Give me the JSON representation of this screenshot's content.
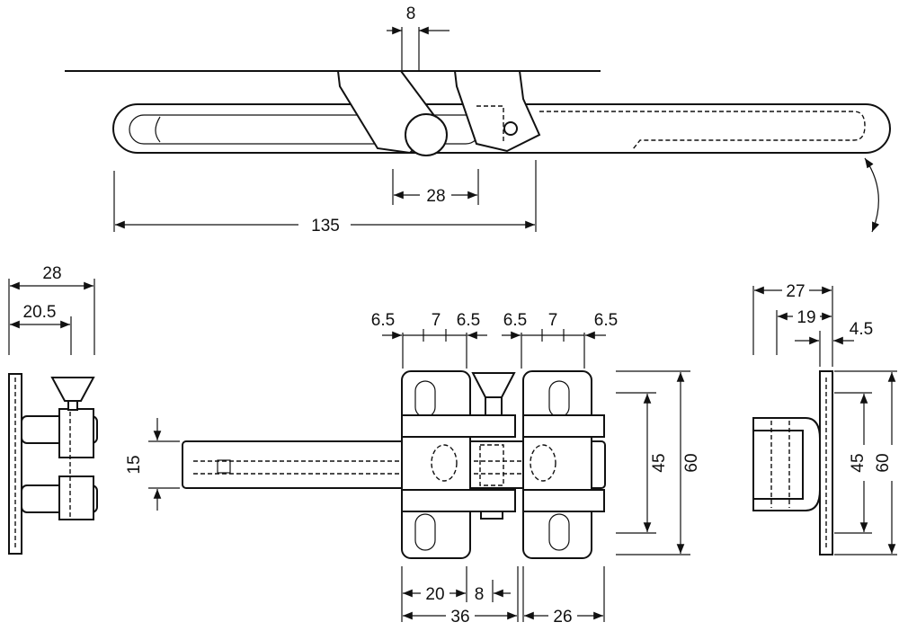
{
  "top_view": {
    "dim_8": "8",
    "dim_28": "28",
    "dim_135": "135"
  },
  "left_view": {
    "dim_28": "28",
    "dim_20_5": "20.5"
  },
  "front_view": {
    "dim_15": "15",
    "top_left": [
      "6.5",
      "7",
      "6.5"
    ],
    "top_right": [
      "6.5",
      "7",
      "6.5"
    ],
    "dim_45": "45",
    "dim_60": "60",
    "dim_20": "20",
    "dim_8": "8",
    "dim_36": "36",
    "dim_26": "26"
  },
  "right_view": {
    "dim_27": "27",
    "dim_19": "19",
    "dim_4_5": "4.5",
    "dim_45": "45",
    "dim_60": "60"
  }
}
